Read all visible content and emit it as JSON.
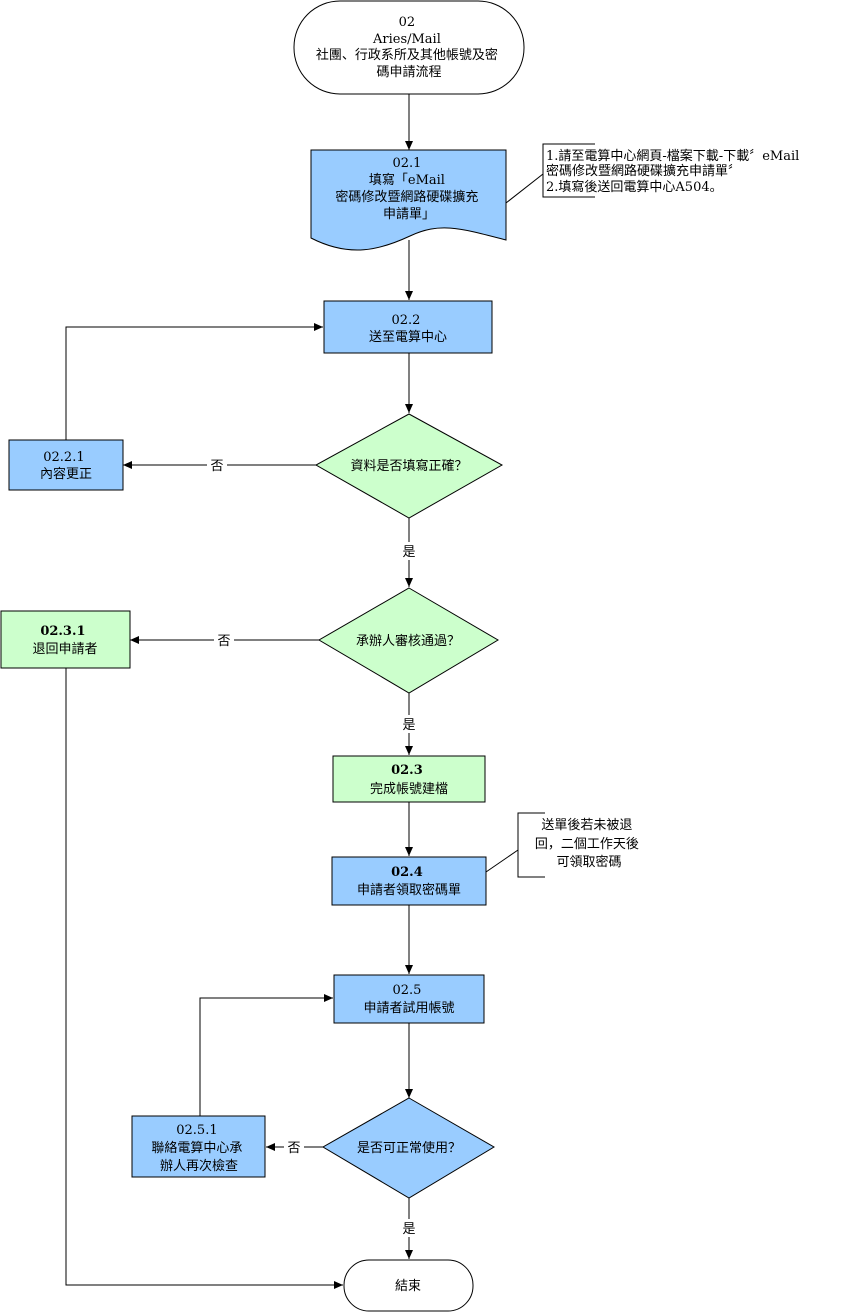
{
  "colors": {
    "blue": "#99ccff",
    "green": "#ccffcc",
    "white": "#ffffff",
    "stroke": "#000000"
  },
  "start": {
    "lines": [
      "02",
      "Aries/Mail",
      "社團、行政系所及其他帳號及密",
      "碼申請流程"
    ]
  },
  "step_2_1": {
    "lines": [
      "02.1",
      "填寫「eMail",
      "密碼修改暨網路硬碟擴充",
      "申請單」"
    ]
  },
  "note_2_1": {
    "lines": [
      "1.請至電算中心網頁-檔案下載-下載〞eMail",
      "密碼修改暨網路硬碟擴充申請單〞",
      "2.填寫後送回電算中心A504。"
    ]
  },
  "step_2_2": {
    "lines": [
      "02.2",
      "送至電算中心"
    ]
  },
  "decision_1": {
    "text": "資料是否填寫正確？"
  },
  "step_2_2_1": {
    "lines": [
      "02.2.1",
      "內容更正"
    ]
  },
  "decision_2": {
    "text": "承辦人審核通過？"
  },
  "step_2_3_1": {
    "lines": [
      "02.3.1",
      "退回申請者"
    ]
  },
  "step_2_3": {
    "lines": [
      "02.3",
      "完成帳號建檔"
    ]
  },
  "step_2_4": {
    "lines": [
      "02.4",
      "申請者領取密碼單"
    ]
  },
  "note_2_4": {
    "lines": [
      "送單後若未被退",
      "回，二個工作天後",
      "可領取密碼"
    ]
  },
  "step_2_5": {
    "lines": [
      "02.5",
      "申請者試用帳號"
    ]
  },
  "decision_3": {
    "text": "是否可正常使用？"
  },
  "step_2_5_1": {
    "lines": [
      "02.5.1",
      "聯絡電算中心承",
      "辦人再次檢查"
    ]
  },
  "end": {
    "text": "結束"
  },
  "labels": {
    "no_1": "否",
    "yes_1": "是",
    "no_2": "否",
    "yes_2": "是",
    "no_3": "否",
    "yes_3": "是"
  }
}
